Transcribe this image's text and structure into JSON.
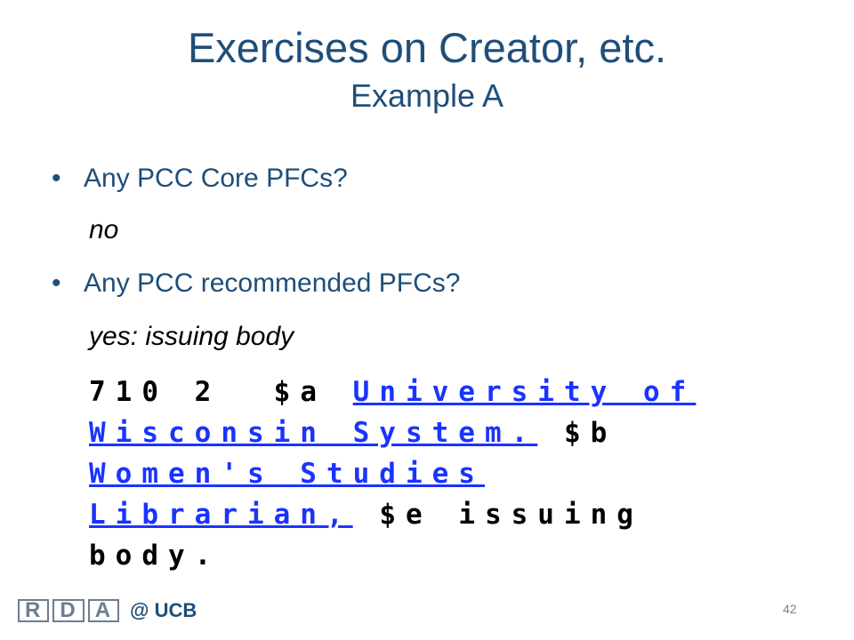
{
  "slide": {
    "title": "Exercises on Creator, etc.",
    "subtitle": "Example A"
  },
  "questions": [
    {
      "question": "Any PCC Core PFCs?",
      "answer": "no"
    },
    {
      "question": "Any PCC recommended PFCs?",
      "answer": "yes: issuing body"
    }
  ],
  "marc_field": {
    "tag_indicators": "710 2 ",
    "subfield_a_code": "$a",
    "link1": "University of Wisconsin System.",
    "subfield_b_code": "$b",
    "link2": "Women's Studies Librarian,",
    "subfield_e_code": "$e",
    "relator": "issuing body."
  },
  "footer": {
    "logo_letters": [
      "R",
      "D",
      "A"
    ],
    "location": "@ UCB",
    "page_number": "42"
  },
  "colors": {
    "title": "#1f4e79",
    "link": "#1a33ff",
    "logo": "#6d7e90"
  }
}
